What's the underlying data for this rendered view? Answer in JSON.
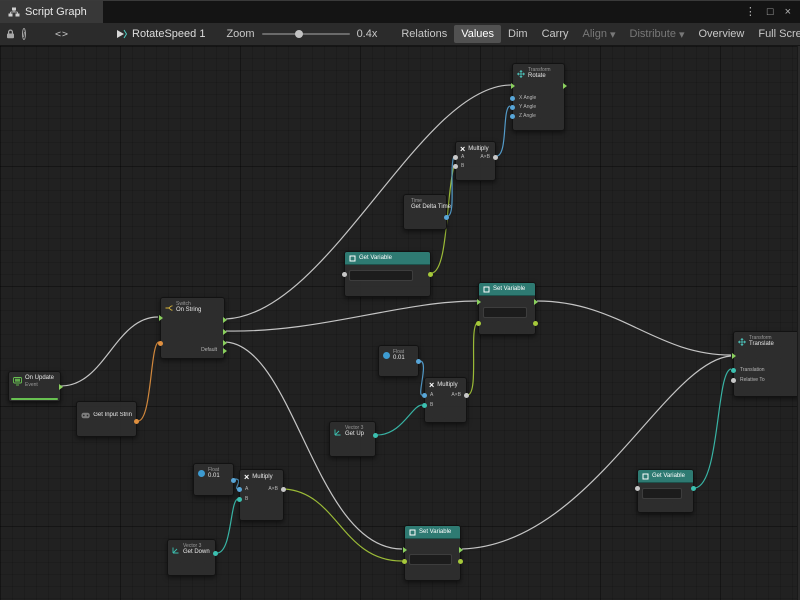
{
  "window": {
    "tab_title": "Script Graph",
    "controls": {
      "menu": "⋮",
      "maximize": "□",
      "close": "×"
    }
  },
  "icons": {
    "info": "i",
    "code": "<>",
    "dropdown": "▾",
    "multiply": "×"
  },
  "toolbar": {
    "graph_name": "RotateSpeed 1",
    "zoom_label": "Zoom",
    "zoom_value": "0.4x",
    "buttons": [
      {
        "label": "Relations",
        "state": "normal"
      },
      {
        "label": "Values",
        "state": "active"
      },
      {
        "label": "Dim",
        "state": "normal"
      },
      {
        "label": "Carry",
        "state": "normal"
      },
      {
        "label": "Align",
        "state": "disabled",
        "dropdown": true
      },
      {
        "label": "Distribute",
        "state": "disabled",
        "dropdown": true
      },
      {
        "label": "Overview",
        "state": "normal"
      },
      {
        "label": "Full Screen",
        "state": "normal"
      }
    ]
  },
  "colors": {
    "flow_wire": "#d4d4d4",
    "float_wire": "#58a6d8",
    "vector_wire": "#3bc0b0",
    "string_wire": "#e0903f",
    "value_wire": "#a6c93a",
    "variable_header": "#2e7a72",
    "event_accent": "#68c151"
  },
  "nodes": {
    "rotate": {
      "subtitle": "Transform",
      "title": "Rotate",
      "ports": [
        "X Angle",
        "Y Angle",
        "Z Angle"
      ]
    },
    "multiply_top": {
      "title": "Multiply",
      "a": "A",
      "b": "B",
      "result": "A×B"
    },
    "delta_time": {
      "subtitle": "Time",
      "title": "Get Delta Time"
    },
    "get_variable_top": {
      "title": "Get Variable"
    },
    "switch": {
      "subtitle": "Switch",
      "title": "On String",
      "default_label": "Default"
    },
    "set_variable_mid": {
      "title": "Set Variable"
    },
    "on_update": {
      "title": "On Update",
      "subtitle": "Event"
    },
    "get_input_string": {
      "title": "Get Input String"
    },
    "float_mid": {
      "subtitle": "Float",
      "title": "0.01"
    },
    "multiply_mid": {
      "title": "Multiply",
      "a": "A",
      "b": "B",
      "result": "A×B"
    },
    "get_up": {
      "subtitle": "Vector 3",
      "title": "Get Up"
    },
    "float_bottom": {
      "subtitle": "Float",
      "title": "0.01"
    },
    "multiply_bottom": {
      "title": "Multiply",
      "a": "A",
      "b": "B",
      "result": "A×B"
    },
    "get_down": {
      "subtitle": "Vector 3",
      "title": "Get Down"
    },
    "set_variable_bottom": {
      "title": "Set Variable"
    },
    "get_variable_right": {
      "title": "Get Variable"
    },
    "translate": {
      "subtitle": "Transform",
      "title": "Translate",
      "ports": [
        "Translation",
        "Relative To"
      ]
    }
  }
}
